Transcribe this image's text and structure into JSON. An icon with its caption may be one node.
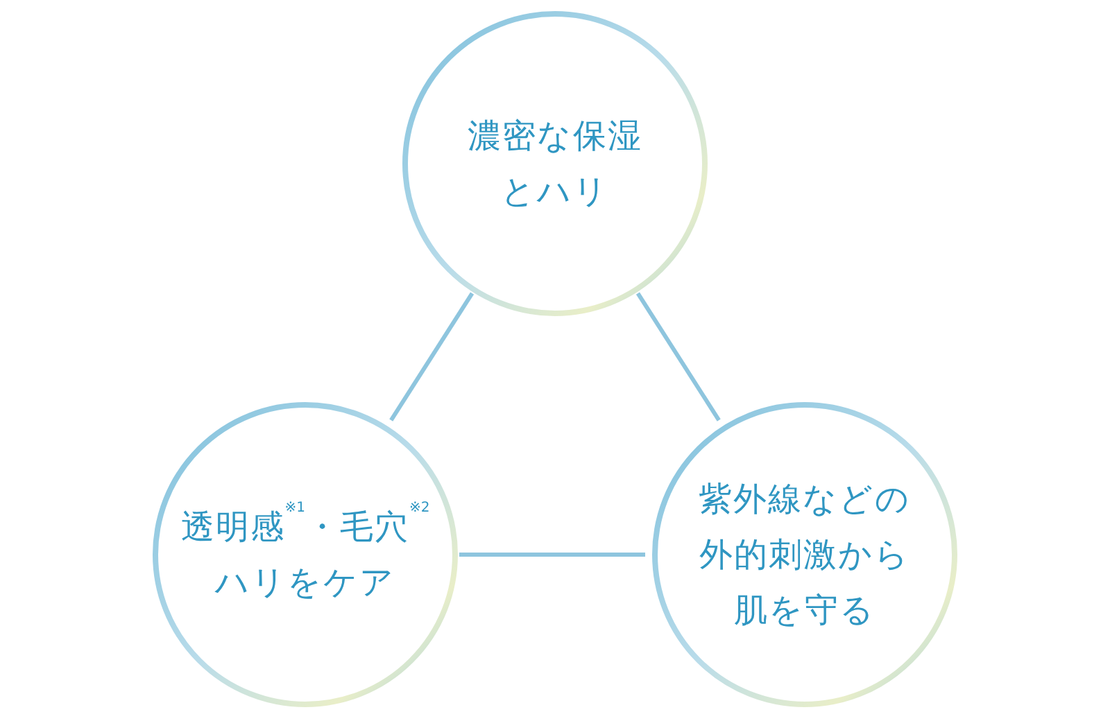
{
  "diagram": {
    "nodes": [
      {
        "text": [
          "濃密な保湿とハリ"
        ]
      },
      {
        "text": [
          "透明感$^{※1}$・毛穴$^{※2}$ハリをケア"
        ]
      },
      {
        "text": [
          "紫外線などの外的刺激から肌を守る"
        ]
      }
    ],
    "edges": [
      {
        "from": 0,
        "to": 1,
        "arrow": "none"
      },
      {
        "from": 0,
        "to": 2,
        "arrow": "none"
      },
      {
        "from": 1,
        "to": 2,
        "arrow": "none"
      }
    ]
  }
}
